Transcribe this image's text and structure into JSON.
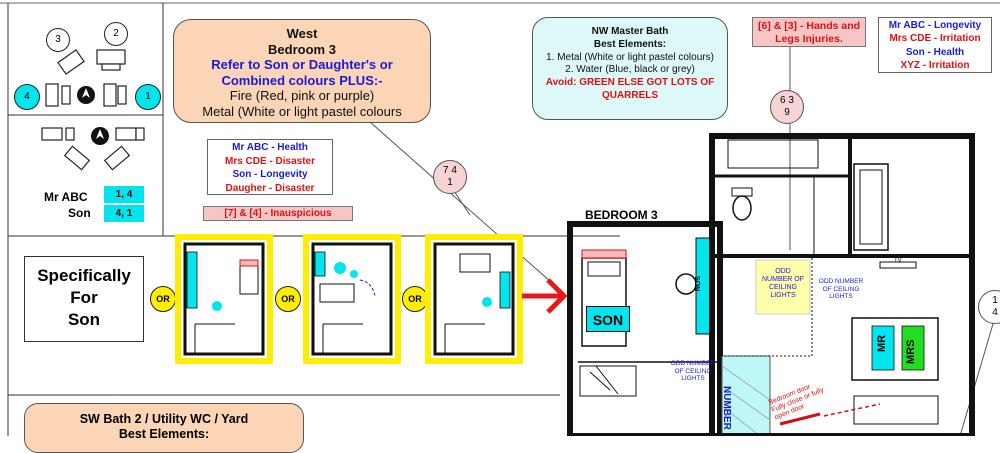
{
  "west_box": {
    "l1": "West",
    "l2": "Bedroom 3",
    "l3": "Refer to Son or Daughter's or",
    "l4": "Combined colours PLUS:-",
    "l5": "Fire (Red, pink or purple)",
    "l6": "Metal (White or light pastel colours"
  },
  "bed3_list": [
    {
      "text": "Mr ABC - Health",
      "color": "#1a1adb"
    },
    {
      "text": "Mrs CDE - Disaster",
      "color": "#e01010"
    },
    {
      "text": "Son - Longevity",
      "color": "#1a1adb"
    },
    {
      "text": "Daugher - Disaster",
      "color": "#e01010"
    }
  ],
  "inauspicious": "[7] & [4] - Inauspicious",
  "nw_box": {
    "l1": "NW Master Bath",
    "l2": "Best Elements:",
    "l3": "1. Metal (White or light pastel colours)",
    "l4": "2. Water (Blue, black or grey)",
    "l5": "Avoid: GREEN ELSE GOT LOTS OF",
    "l6": "QUARRELS"
  },
  "hands_box": {
    "l1": "[6] & [3] - Hands and",
    "l2": "Legs Injuries."
  },
  "master_list": [
    {
      "text": "Mr ABC - Longevity",
      "color": "#1a1adb"
    },
    {
      "text": "Mrs CDE - Irritation",
      "color": "#e01010"
    },
    {
      "text": "Son - Health",
      "color": "#1a1adb"
    },
    {
      "text": "XYZ - Irritation",
      "color": "#e01010"
    }
  ],
  "legend": {
    "n3": "3",
    "n2": "2",
    "n4": "4",
    "n1": "1",
    "mr_abc": "Mr ABC",
    "son": "Son",
    "mr_abc_val": "1, 4",
    "son_val": "4, 1"
  },
  "specifically": {
    "l1": "Specifically",
    "l2": "For",
    "l3": "Son"
  },
  "or_label": "OR",
  "star_circle_1": {
    "top": "7 4",
    "bottom": "1"
  },
  "star_circle_2": {
    "top": "6 3",
    "bottom": "9"
  },
  "star_circle_3": {
    "top": "1",
    "bottom": "4"
  },
  "plan": {
    "bedroom_title": "BEDROOM 3",
    "son_tag": "SON",
    "son_vertical": "SON",
    "odd_lights": "ODD NUMBER OF CEILING LIGHTS",
    "number_label": "NUMBER",
    "tv": "TV",
    "mr": "MR",
    "mrs": "MRS",
    "door_note": "Bedroom door Fully close or fully open door"
  },
  "sw_box": {
    "l1": "SW Bath 2 / Utility WC / Yard",
    "l2": "Best Elements:"
  },
  "colors": {
    "accent_cyan": "#00e5ee",
    "yellow": "#ffee00",
    "peach": "#fbd5b5",
    "pink_box": "#f6c6c6",
    "green": "#22dd22",
    "arrow_red": "#e81818"
  }
}
